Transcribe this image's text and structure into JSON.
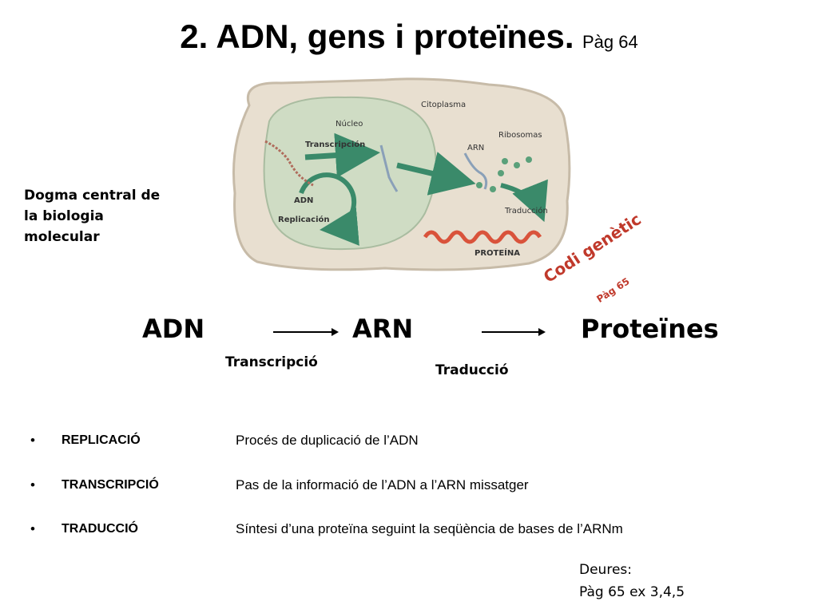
{
  "slide": {
    "title": "2. ADN, gens i proteïnes.",
    "title_page": "Pàg 64"
  },
  "cell_diagram": {
    "labels": {
      "citoplasma": "Citoplasma",
      "nucleo": "Núcleo",
      "transcripcion": "Transcripción",
      "ribosomas": "Ribosomas",
      "arn": "ARN",
      "adn": "ADN",
      "replicacion": "Replicación",
      "traduccion": "Traducción",
      "proteina": "PROTEÍNA"
    },
    "colors": {
      "cytoplasm": "#e8dfd0",
      "cytoplasm_border": "#c7bba8",
      "nucleus": "#cfdcc4",
      "arrow": "#3a8a6a",
      "protein": "#d9533b"
    }
  },
  "dogma": {
    "line1": "Dogma central de",
    "line2": "la biologia",
    "line3": "molecular"
  },
  "flow": {
    "adn": "ADN",
    "arn": "ARN",
    "proteines": "Proteïnes",
    "transcripcio": "Transcripció",
    "traduccio": "Traducció",
    "codi_genetic": "Codi genètic",
    "codi_page": "Pàg 65",
    "accent_color": "#c0392b"
  },
  "definitions": [
    {
      "bullet": "•",
      "term": "REPLICACIÓ",
      "definition": "Procés de duplicació de l’ADN"
    },
    {
      "bullet": "•",
      "term": "TRANSCRIPCIÓ",
      "definition": "Pas de la informació de l’ADN a l’ARN missatger"
    },
    {
      "bullet": "•",
      "term": "TRADUCCIÓ",
      "definition": "Síntesi d’una proteïna seguint la seqüència de bases de l’ARNm"
    }
  ],
  "homework": {
    "line1": "Deures:",
    "line2": "Pàg 65 ex 3,4,5"
  }
}
